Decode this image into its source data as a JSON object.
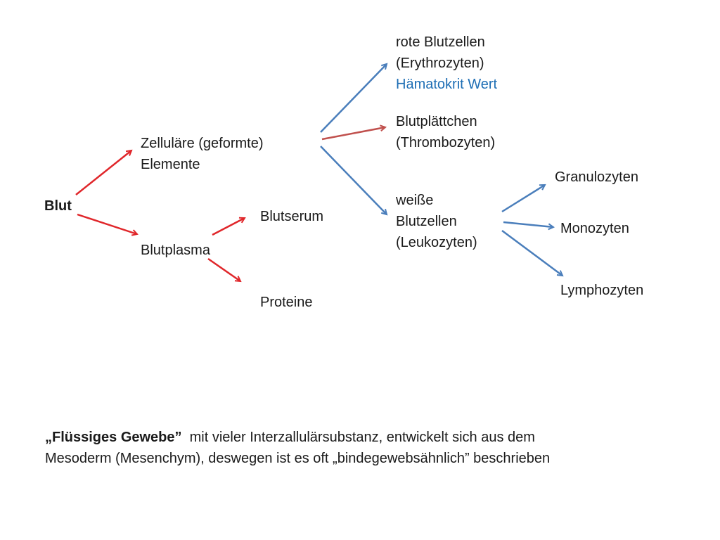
{
  "colors": {
    "red_arrow": "#e0262a",
    "blue_arrow": "#4a7ebb",
    "brown_arrow": "#c0504d",
    "highlight_text": "#1f6fb5",
    "text": "#1a1a1a"
  },
  "nodes": {
    "blut": "Blut",
    "zellulaere": [
      "Zelluläre (geformte)",
      "Elemente"
    ],
    "blutplasma": "Blutplasma",
    "blutserum": "Blutserum",
    "proteine": "Proteine",
    "rote": [
      "rote Blutzellen",
      "(Erythrozyten)"
    ],
    "haematokrit": "Hämatokrit Wert",
    "blutplaettchen": [
      "Blutplättchen",
      "(Thrombozyten)"
    ],
    "weisse": [
      "weiße",
      "Blutzellen",
      "(Leukozyten)"
    ],
    "granulozyten": "Granulozyten",
    "monozyten": "Monozyten",
    "lymphozyten": "Lymphozyten"
  },
  "footer": {
    "bold_part": "„Flüssiges Gewebe”",
    "line1_rest": "  mit vieler Interzallulärsubstanz, entwickelt sich aus dem",
    "line2": "Mesoderm (Mesenchym), deswegen ist es oft „bindegewebsähnlich” beschrieben"
  }
}
